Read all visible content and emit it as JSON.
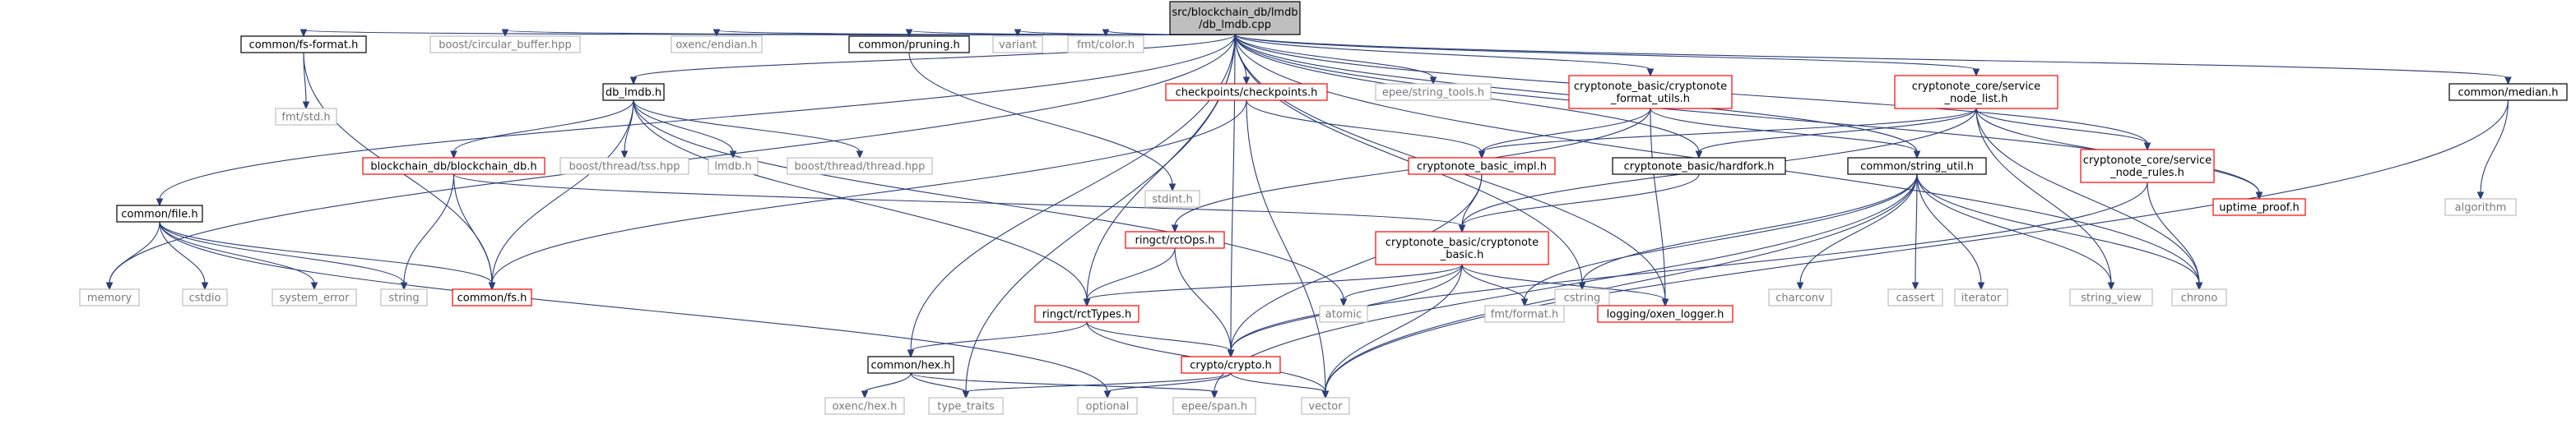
{
  "graph_title": "src/blockchain_db/lmdb/db_lmdb.cpp",
  "colors": {
    "root_fill": "#bfbfbf",
    "node_fill": "#ffffff",
    "normal_border": "#000000",
    "missing_border": "#ff0000",
    "external_border": "#bfbfbf",
    "edge": "#2a3f7a"
  },
  "nodes": [
    {
      "id": "root",
      "label": [
        "src/blockchain_db/lmdb",
        "/db_lmdb.cpp"
      ],
      "kind": "root"
    },
    {
      "id": "fsformat",
      "label": [
        "common/fs-format.h"
      ],
      "kind": "normal"
    },
    {
      "id": "circbuf",
      "label": [
        "boost/circular_buffer.hpp"
      ],
      "kind": "external"
    },
    {
      "id": "oxencendian",
      "label": [
        "oxenc/endian.h"
      ],
      "kind": "external"
    },
    {
      "id": "dblmdbh",
      "label": [
        "db_lmdb.h"
      ],
      "kind": "normal"
    },
    {
      "id": "pruning",
      "label": [
        "common/pruning.h"
      ],
      "kind": "normal"
    },
    {
      "id": "variant",
      "label": [
        "variant"
      ],
      "kind": "external"
    },
    {
      "id": "fmtcolor",
      "label": [
        "fmt/color.h"
      ],
      "kind": "external"
    },
    {
      "id": "checkpoints",
      "label": [
        "checkpoints/checkpoints.h"
      ],
      "kind": "missing"
    },
    {
      "id": "epeestr",
      "label": [
        "epee/string_tools.h"
      ],
      "kind": "external"
    },
    {
      "id": "formatutils",
      "label": [
        "cryptonote_basic/cryptonote",
        "_format_utils.h"
      ],
      "kind": "missing"
    },
    {
      "id": "servicenodelist",
      "label": [
        "cryptonote_core/service",
        "_node_list.h"
      ],
      "kind": "missing"
    },
    {
      "id": "median",
      "label": [
        "common/median.h"
      ],
      "kind": "normal"
    },
    {
      "id": "commonfile",
      "label": [
        "common/file.h"
      ],
      "kind": "normal"
    },
    {
      "id": "fmtstd",
      "label": [
        "fmt/std.h"
      ],
      "kind": "external"
    },
    {
      "id": "bdbh",
      "label": [
        "blockchain_db/blockchain_db.h"
      ],
      "kind": "missing"
    },
    {
      "id": "tss",
      "label": [
        "boost/thread/tss.hpp"
      ],
      "kind": "external"
    },
    {
      "id": "lmdbh",
      "label": [
        "lmdb.h"
      ],
      "kind": "external"
    },
    {
      "id": "bthread",
      "label": [
        "boost/thread/thread.hpp"
      ],
      "kind": "external"
    },
    {
      "id": "stdint",
      "label": [
        "stdint.h"
      ],
      "kind": "external"
    },
    {
      "id": "basicimpl",
      "label": [
        "cryptonote_basic_impl.h"
      ],
      "kind": "missing"
    },
    {
      "id": "hardfork",
      "label": [
        "cryptonote_basic/hardfork.h"
      ],
      "kind": "normal"
    },
    {
      "id": "stringutil",
      "label": [
        "common/string_util.h"
      ],
      "kind": "normal"
    },
    {
      "id": "snrules",
      "label": [
        "cryptonote_core/service",
        "_node_rules.h"
      ],
      "kind": "missing"
    },
    {
      "id": "uptime",
      "label": [
        "uptime_proof.h"
      ],
      "kind": "missing"
    },
    {
      "id": "algorithm",
      "label": [
        "algorithm"
      ],
      "kind": "external"
    },
    {
      "id": "memory",
      "label": [
        "memory"
      ],
      "kind": "external"
    },
    {
      "id": "cstdio",
      "label": [
        "cstdio"
      ],
      "kind": "external"
    },
    {
      "id": "syserror",
      "label": [
        "system_error"
      ],
      "kind": "external"
    },
    {
      "id": "string",
      "label": [
        "string"
      ],
      "kind": "external"
    },
    {
      "id": "commonfs",
      "label": [
        "common/fs.h"
      ],
      "kind": "missing"
    },
    {
      "id": "rctops",
      "label": [
        "ringct/rctOps.h"
      ],
      "kind": "missing"
    },
    {
      "id": "cnbasic",
      "label": [
        "cryptonote_basic/cryptonote",
        "_basic.h"
      ],
      "kind": "missing"
    },
    {
      "id": "cstring",
      "label": [
        "cstring"
      ],
      "kind": "external"
    },
    {
      "id": "charconv",
      "label": [
        "charconv"
      ],
      "kind": "external"
    },
    {
      "id": "cassert",
      "label": [
        "cassert"
      ],
      "kind": "external"
    },
    {
      "id": "iterator",
      "label": [
        "iterator"
      ],
      "kind": "external"
    },
    {
      "id": "stringview",
      "label": [
        "string_view"
      ],
      "kind": "external"
    },
    {
      "id": "chrono",
      "label": [
        "chrono"
      ],
      "kind": "external"
    },
    {
      "id": "rcttypes",
      "label": [
        "ringct/rctTypes.h"
      ],
      "kind": "missing"
    },
    {
      "id": "atomic",
      "label": [
        "atomic"
      ],
      "kind": "external"
    },
    {
      "id": "fmtformat",
      "label": [
        "fmt/format.h"
      ],
      "kind": "external"
    },
    {
      "id": "logger",
      "label": [
        "logging/oxen_logger.h"
      ],
      "kind": "missing"
    },
    {
      "id": "commonhex",
      "label": [
        "common/hex.h"
      ],
      "kind": "normal"
    },
    {
      "id": "cryptoh",
      "label": [
        "crypto/crypto.h"
      ],
      "kind": "missing"
    },
    {
      "id": "oxenchex",
      "label": [
        "oxenc/hex.h"
      ],
      "kind": "external"
    },
    {
      "id": "typetraits",
      "label": [
        "type_traits"
      ],
      "kind": "external"
    },
    {
      "id": "optional",
      "label": [
        "optional"
      ],
      "kind": "external"
    },
    {
      "id": "epeespan",
      "label": [
        "epee/span.h"
      ],
      "kind": "external"
    },
    {
      "id": "vector",
      "label": [
        "vector"
      ],
      "kind": "external"
    }
  ],
  "edges": [
    [
      "root",
      "fsformat"
    ],
    [
      "root",
      "circbuf"
    ],
    [
      "root",
      "oxencendian"
    ],
    [
      "root",
      "dblmdbh"
    ],
    [
      "root",
      "pruning"
    ],
    [
      "root",
      "variant"
    ],
    [
      "root",
      "fmtcolor"
    ],
    [
      "root",
      "checkpoints"
    ],
    [
      "root",
      "epeestr"
    ],
    [
      "root",
      "formatutils"
    ],
    [
      "root",
      "servicenodelist"
    ],
    [
      "root",
      "median"
    ],
    [
      "root",
      "commonfile"
    ],
    [
      "root",
      "memory"
    ],
    [
      "root",
      "commonhex"
    ],
    [
      "root",
      "typetraits"
    ],
    [
      "root",
      "cryptoh"
    ],
    [
      "root",
      "hardfork"
    ],
    [
      "root",
      "stringutil"
    ],
    [
      "root",
      "snrules"
    ],
    [
      "root",
      "uptime"
    ],
    [
      "root",
      "chrono"
    ],
    [
      "root",
      "cstring"
    ],
    [
      "root",
      "logger"
    ],
    [
      "root",
      "rcttypes"
    ],
    [
      "fsformat",
      "fmtstd"
    ],
    [
      "fsformat",
      "commonfs"
    ],
    [
      "commonfile",
      "memory"
    ],
    [
      "commonfile",
      "cstdio"
    ],
    [
      "commonfile",
      "syserror"
    ],
    [
      "commonfile",
      "string"
    ],
    [
      "commonfile",
      "commonfs"
    ],
    [
      "commonfile",
      "optional"
    ],
    [
      "dblmdbh",
      "bdbh"
    ],
    [
      "dblmdbh",
      "tss"
    ],
    [
      "dblmdbh",
      "lmdbh"
    ],
    [
      "dblmdbh",
      "bthread"
    ],
    [
      "dblmdbh",
      "commonfs"
    ],
    [
      "dblmdbh",
      "atomic"
    ],
    [
      "dblmdbh",
      "rcttypes"
    ],
    [
      "bdbh",
      "string"
    ],
    [
      "bdbh",
      "commonfs"
    ],
    [
      "bdbh",
      "cnbasic"
    ],
    [
      "pruning",
      "stdint"
    ],
    [
      "checkpoints",
      "basicimpl"
    ],
    [
      "checkpoints",
      "commonfs"
    ],
    [
      "checkpoints",
      "vector"
    ],
    [
      "formatutils",
      "basicimpl"
    ],
    [
      "formatutils",
      "rctops"
    ],
    [
      "formatutils",
      "stringutil"
    ],
    [
      "formatutils",
      "logger"
    ],
    [
      "servicenodelist",
      "basicimpl"
    ],
    [
      "servicenodelist",
      "hardfork"
    ],
    [
      "servicenodelist",
      "snrules"
    ],
    [
      "servicenodelist",
      "uptime"
    ],
    [
      "servicenodelist",
      "cnbasic"
    ],
    [
      "servicenodelist",
      "stringview"
    ],
    [
      "servicenodelist",
      "chrono"
    ],
    [
      "basicimpl",
      "cnbasic"
    ],
    [
      "basicimpl",
      "cryptoh"
    ],
    [
      "hardfork",
      "cnbasic"
    ],
    [
      "stringutil",
      "cstring"
    ],
    [
      "stringutil",
      "charconv"
    ],
    [
      "stringutil",
      "cassert"
    ],
    [
      "stringutil",
      "iterator"
    ],
    [
      "stringutil",
      "stringview"
    ],
    [
      "stringutil",
      "chrono"
    ],
    [
      "stringutil",
      "fmtformat"
    ],
    [
      "stringutil",
      "vector"
    ],
    [
      "stringutil",
      "epeespan"
    ],
    [
      "snrules",
      "chrono"
    ],
    [
      "snrules",
      "cryptoh"
    ],
    [
      "median",
      "algorithm"
    ],
    [
      "median",
      "vector"
    ],
    [
      "cnbasic",
      "rcttypes"
    ],
    [
      "cnbasic",
      "atomic"
    ],
    [
      "cnbasic",
      "fmtformat"
    ],
    [
      "cnbasic",
      "logger"
    ],
    [
      "cnbasic",
      "cryptoh"
    ],
    [
      "cnbasic",
      "vector"
    ],
    [
      "rctops",
      "rcttypes"
    ],
    [
      "rctops",
      "cryptoh"
    ],
    [
      "rcttypes",
      "commonhex"
    ],
    [
      "rcttypes",
      "cryptoh"
    ],
    [
      "rcttypes",
      "vector"
    ],
    [
      "commonhex",
      "oxenchex"
    ],
    [
      "commonhex",
      "typetraits"
    ],
    [
      "commonhex",
      "epeespan"
    ],
    [
      "cryptoh",
      "optional"
    ],
    [
      "cryptoh",
      "typetraits"
    ],
    [
      "cryptoh",
      "vector"
    ]
  ]
}
